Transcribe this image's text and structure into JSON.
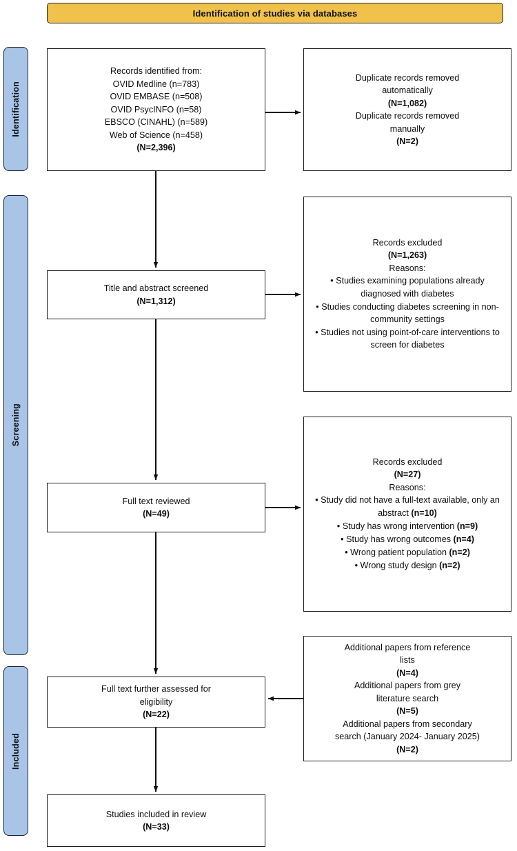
{
  "banner": {
    "label": "Identification of studies via databases",
    "color": "#F0C24B"
  },
  "stages": [
    {
      "name": "identification",
      "label": "Identification",
      "color": "#A8C5E8"
    },
    {
      "name": "screening",
      "label": "Screening",
      "color": "#A8C5E8"
    },
    {
      "name": "included",
      "label": "Included",
      "color": "#A8C5E8"
    }
  ],
  "nodes": {
    "records_identified": {
      "lines": [
        "Records identified from:",
        "OVID Medline (n=783)",
        "OVID EMBASE (n=508)",
        "OVID PsycINFO (n=58)",
        "EBSCO (CINAHL) (n=589)",
        "Web of Science (n=458)"
      ],
      "total": "(N=2,396)"
    },
    "duplicates_removed": {
      "line1": "Duplicate records removed",
      "line2": "automatically",
      "count1": "(N=1,082)",
      "line3": "Duplicate records removed",
      "line4": "manually",
      "count2": "(N=2)"
    },
    "title_abstract_screened": {
      "label": "Title and abstract screened",
      "count": "(N=1,312)"
    },
    "records_excluded_screening": {
      "title": "Records excluded",
      "count": "(N=1,263)",
      "reasons_label": "Reasons:",
      "reasons": [
        "Studies examining populations already diagnosed with diabetes",
        "Studies conducting diabetes screening in non-community settings",
        "Studies not using point-of-care interventions to screen for diabetes"
      ]
    },
    "full_text_reviewed": {
      "label": "Full text reviewed",
      "count": "(N=49)"
    },
    "records_excluded_fulltext": {
      "title": "Records excluded",
      "count": "(N=27)",
      "reasons_label": "Reasons:",
      "reasons": [
        {
          "text": "Study did not have a full-text available, only an abstract ",
          "n": "(n=10)"
        },
        {
          "text": "Study has wrong intervention ",
          "n": "(n=9)"
        },
        {
          "text": "Study has wrong outcomes ",
          "n": "(n=4)"
        },
        {
          "text": "Wrong patient population ",
          "n": "(n=2)"
        },
        {
          "text": "Wrong study design ",
          "n": "(n=2)"
        }
      ]
    },
    "full_text_further_assessed": {
      "line1": "Full text further assessed for",
      "line2": "eligibility",
      "count": "(N=22)"
    },
    "additional_papers": {
      "line1": "Additional papers from reference",
      "line2": "lists",
      "count1": "(N=4)",
      "line3": "Additional papers from grey",
      "line4": "literature search",
      "count2": "(N=5)",
      "line5": "Additional papers from secondary",
      "line6": "search (January 2024- January 2025)",
      "count3": "(N=2)"
    },
    "studies_included": {
      "label": "Studies included in review",
      "count": "(N=33)"
    }
  }
}
